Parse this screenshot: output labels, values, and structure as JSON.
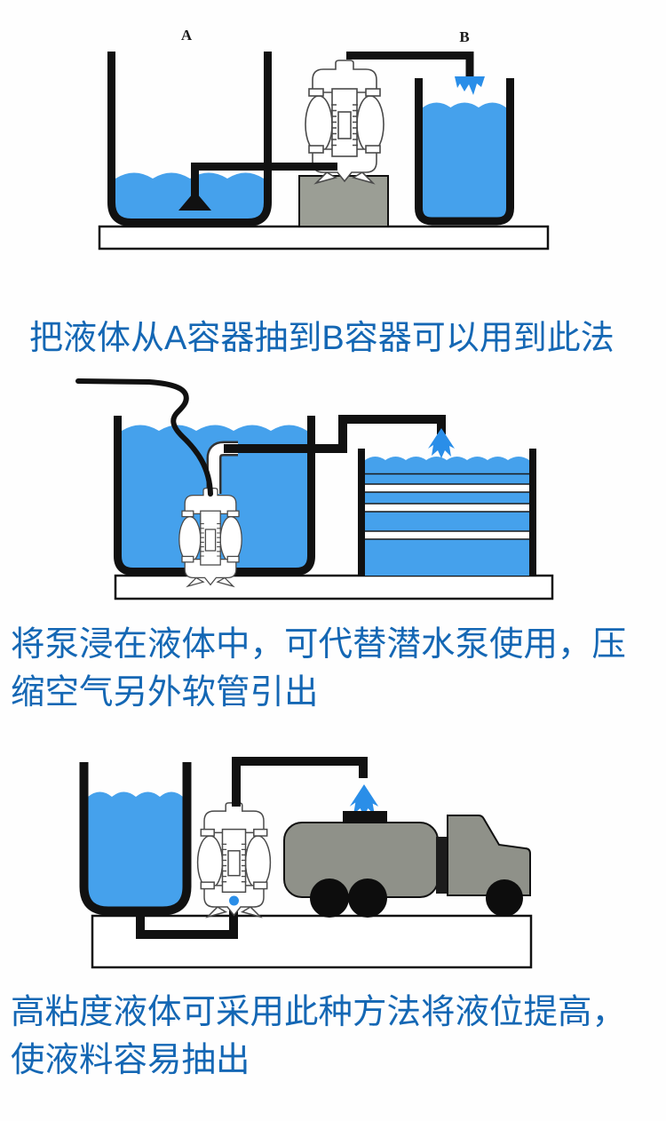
{
  "colors": {
    "liquid": "#45a1ec",
    "spray": "#2a8ee8",
    "caption": "#1467b4",
    "block_gray": "#9b9e95",
    "truck_gray": "#8f9189"
  },
  "diagram1": {
    "label_a": "A",
    "label_b": "B",
    "caption": "把液体从A容器抽到B容器可以用到此法"
  },
  "diagram2": {
    "caption_lines": [
      "将泵浸在液体中，可代替潜水泵使用，压",
      "缩空气另外软管引出"
    ]
  },
  "diagram3": {
    "caption_lines": [
      "高粘度液体可采用此种方法将液位提高，",
      "使液料容易抽出"
    ]
  }
}
